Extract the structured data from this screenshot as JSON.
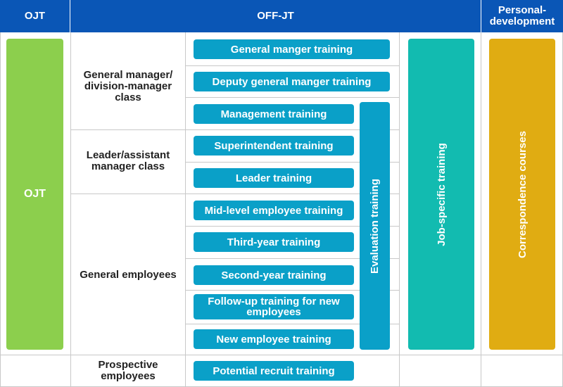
{
  "headers": {
    "ojt": "OJT",
    "offjt": "OFF-JT",
    "personal": "Personal-development"
  },
  "ojt_bar": "OJT",
  "classes": {
    "general_manager": "General manager/ division-manager class",
    "leader": "Leader/assistant manager class",
    "general_employees": "General employees",
    "prospective": "Prospective employees"
  },
  "trainings": [
    "General manger training",
    "Deputy general manger training",
    "Management training",
    "Superintendent training",
    "Leader training",
    "Mid-level employee training",
    "Third-year training",
    "Second-year training",
    "Follow-up training for new employees",
    "New employee training",
    "Potential recruit training"
  ],
  "evaluation": "Evaluation training",
  "job_specific": "Job-specific training",
  "correspondence": "Correspondence courses",
  "colors": {
    "header": "#0a56b6",
    "training": "#0aa0c8",
    "ojt": "#8ccf4d",
    "job_specific": "#12bbb0",
    "correspondence": "#e0ac12"
  }
}
